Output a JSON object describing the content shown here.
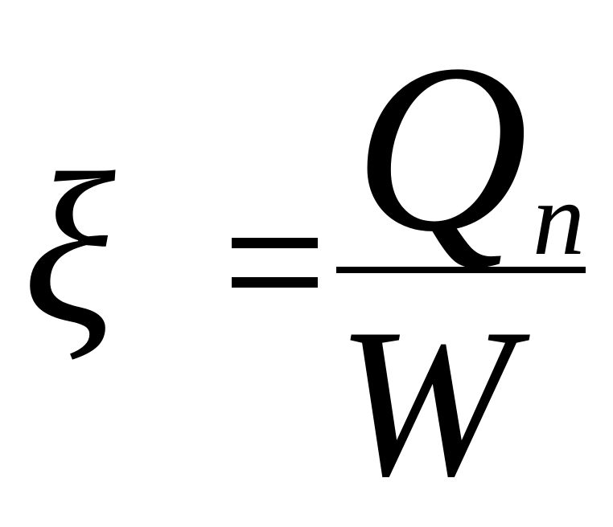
{
  "formula": {
    "lhs": "ξ",
    "equals": "=",
    "numerator": "Q",
    "numerator_subscript": "n",
    "denominator": "W"
  },
  "colors": {
    "ink": "#000000",
    "background": "#ffffff"
  }
}
